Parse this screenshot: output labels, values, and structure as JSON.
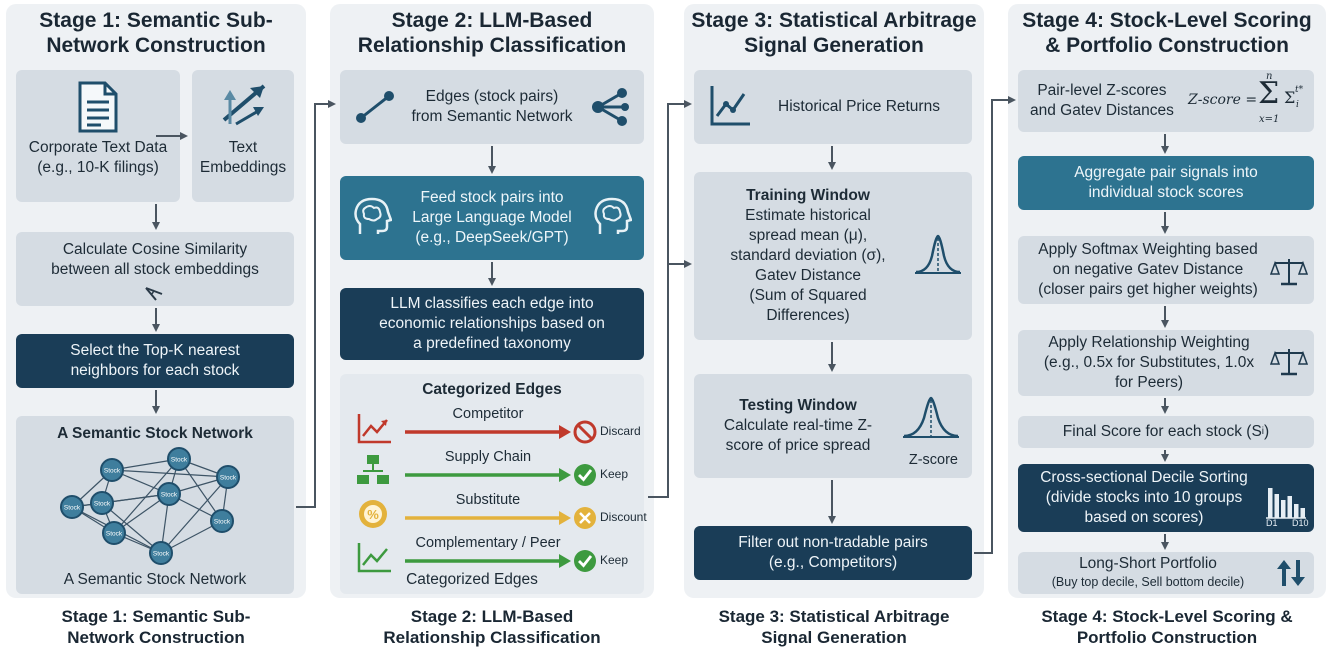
{
  "stages": [
    {
      "title": "Stage 1: Semantic Sub-\nNetwork Construction",
      "footer": "Stage 1: Semantic Sub-\nNetwork Construction"
    },
    {
      "title": "Stage 2: LLM-Based\nRelationship Classification",
      "footer": "Stage 2: LLM-Based\nRelationship Classification"
    },
    {
      "title": "Stage 3: Statistical Arbitrage\nSignal Generation",
      "footer": "Stage 3: Statistical Arbitrage\nSignal Generation"
    },
    {
      "title": "Stage 4: Stock-Level Scoring\n& Portfolio Construction",
      "footer": "Stage 4: Stock-Level Scoring &\nPortfolio Construction"
    }
  ],
  "stage1": {
    "corporate_text": "Corporate Text Data\n(e.g., 10-K filings)",
    "text_embeddings": "Text\nEmbeddings",
    "cosine": "Calculate Cosine Similarity\nbetween all stock embeddings",
    "topk": "Select the Top-K nearest\nneighbors for each stock",
    "network_title": "A Semantic Stock Network",
    "network_caption": "A Semantic Stock Network",
    "node_label": "Stock"
  },
  "stage2": {
    "edges": "Edges (stock pairs)\nfrom Semantic Network",
    "feed": "Feed stock pairs into\nLarge Language Model\n(e.g., DeepSeek/GPT)",
    "classify": "LLM classifies each edge into\neconomic relationships based on\na predefined taxonomy",
    "categorized_title": "Categorized Edges",
    "categorized_caption": "Categorized Edges",
    "categories": [
      {
        "label": "Competitor",
        "action": "Discard",
        "color": "#c0392b"
      },
      {
        "label": "Supply Chain",
        "action": "Keep",
        "color": "#3d9a3f"
      },
      {
        "label": "Substitute",
        "action": "Discount",
        "color": "#e3b23c"
      },
      {
        "label": "Complementary / Peer",
        "action": "Keep",
        "color": "#3d9a3f"
      }
    ]
  },
  "stage3": {
    "returns": "Historical Price Returns",
    "training_title": "Training Window",
    "training_body": "Estimate historical\nspread mean (μ),\nstandard deviation (σ),\nGatev Distance\n(Sum of Squared\nDifferences)",
    "testing_title": "Testing Window",
    "testing_body": "Calculate real-time Z-\nscore of price spread",
    "zscore_label": "Z-score",
    "filter": "Filter out non-tradable pairs\n(e.g., Competitors)"
  },
  "stage4": {
    "pair_level": "Pair-level Z-scores\nand Gatev Distances",
    "formula_lhs": "Z-score =",
    "formula_top": "n",
    "formula_bottom": "x=1",
    "formula_sum_glyph": "Σ",
    "formula_inner": "Σ",
    "formula_inner_sub": "i",
    "formula_inner_sup": "t*",
    "aggregate": "Aggregate pair signals into\nindividual stock scores",
    "softmax": "Apply Softmax Weighting based\non negative Gatev Distance\n(closer pairs get higher weights)",
    "relationship": "Apply Relationship Weighting\n(e.g., 0.5x for Substitutes, 1.0x\nfor Peers)",
    "final_score": "Final Score for each stock (S",
    "final_score_sub": "i",
    "final_score_end": ")",
    "decile": "Cross-sectional Decile Sorting\n(divide stocks into 10 groups\nbased on scores)",
    "decile_d1": "D1",
    "decile_d10": "D10",
    "long_short_title": "Long-Short Portfolio",
    "long_short_body": "(Buy top decile, Sell bottom decile)"
  },
  "colors": {
    "panel": "#eef1f4",
    "light_box": "#d5dce3",
    "teal_box": "#2d7390",
    "navy_box": "#1a3d57",
    "arrow": "#4a5560",
    "icon_dark": "#1f4e6b"
  }
}
